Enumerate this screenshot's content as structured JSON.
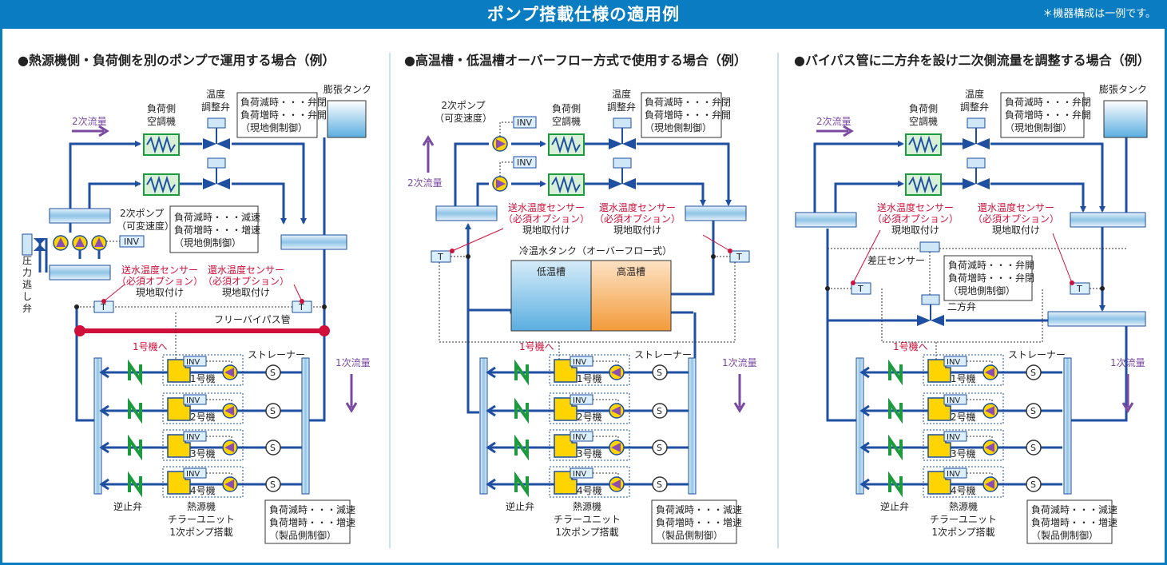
{
  "header": {
    "title": "ポンプ搭載仕様の適用例",
    "note": "＊機器構成は一例です。"
  },
  "colors": {
    "header_bg": "#0a7cc2",
    "pipe": "#1e4fa0",
    "arrow_flow": "#7a4aa0",
    "sensor_text": "#d0103a",
    "bypass": "#d0103a",
    "coil_bg": "#d7f0d7",
    "chiller_yellow": "#ffd400",
    "check_valve": "#1b9a3e",
    "pump_fill": "#ffd400",
    "pump_tri": "#8a4fb0"
  },
  "panels": [
    {
      "heading": "●熱源機側・負荷側を別のポンプで運用する場合（例）",
      "second_flow": "2次流量",
      "ahu": [
        "負荷側",
        "空調機"
      ],
      "temp_valve": [
        "温度",
        "調整弁"
      ],
      "valve_control": [
        "負荷減時・・・弁閉",
        "負荷増時・・・弁開",
        "（現地側制御）"
      ],
      "exp_tank": "膨張タンク",
      "pump2": [
        "2次ポンプ",
        "（可変速度）"
      ],
      "inv": "INV",
      "pump2_control": [
        "負荷減時・・・減速",
        "負荷増時・・・増速",
        "（現地側制御）"
      ],
      "relief": "圧力逃し弁",
      "supply_sensor": [
        "送水温度センサー",
        "（必須オプション）",
        "現地取付け"
      ],
      "return_sensor": [
        "還水温度センサー",
        "（必須オプション）",
        "現地取付け"
      ],
      "t": "T",
      "bypass": "フリーバイパス管",
      "to_unit1": "1号機へ",
      "strainer": "ストレーナー",
      "first_flow": "1次流量",
      "units": [
        "1号機",
        "2号機",
        "3号機",
        "4号機"
      ],
      "s": "S",
      "check_valve": "逆止弁",
      "chiller": [
        "熱源機",
        "チラーユニット",
        "1次ポンプ搭載"
      ],
      "primary_control": [
        "負荷減時・・・減速",
        "負荷増時・・・増速",
        "（製品側制御）"
      ]
    },
    {
      "heading": "●高温槽・低温槽オーバーフロー方式で使用する場合（例）",
      "pump2": [
        "2次ポンプ",
        "（可変速度）"
      ],
      "inv": "INV",
      "second_flow": "2次流量",
      "ahu": [
        "負荷側",
        "空調機"
      ],
      "temp_valve": [
        "温度",
        "調整弁"
      ],
      "valve_control": [
        "負荷減時・・・弁閉",
        "負荷増時・・・弁開",
        "（現地側制御）"
      ],
      "supply_sensor": [
        "送水温度センサー",
        "（必須オプション）",
        "現地取付け"
      ],
      "return_sensor": [
        "還水温度センサー",
        "（必須オプション）",
        "現地取付け"
      ],
      "t": "T",
      "tank_title": "冷温水タンク（オーバーフロー式）",
      "low_tank": "低温槽",
      "high_tank": "高温槽",
      "to_unit1": "1号機へ",
      "strainer": "ストレーナー",
      "first_flow": "1次流量",
      "units": [
        "1号機",
        "2号機",
        "3号機",
        "4号機"
      ],
      "s": "S",
      "check_valve": "逆止弁",
      "chiller": [
        "熱源機",
        "チラーユニット",
        "1次ポンプ搭載"
      ],
      "primary_control": [
        "負荷減時・・・減速",
        "負荷増時・・・増速",
        "（製品側制御）"
      ]
    },
    {
      "heading": "●バイパス管に二方弁を設け二次側流量を調整する場合（例）",
      "second_flow": "2次流量",
      "ahu": [
        "負荷側",
        "空調機"
      ],
      "temp_valve": [
        "温度",
        "調整弁"
      ],
      "valve_control": [
        "負荷減時・・・弁閉",
        "負荷増時・・・弁開",
        "（現地側制御）"
      ],
      "exp_tank": "膨張タンク",
      "supply_sensor": [
        "送水温度センサー",
        "（必須オプション）",
        "現地取付け"
      ],
      "return_sensor": [
        "還水温度センサー",
        "（必須オプション）",
        "現地取付け"
      ],
      "t": "T",
      "dp_sensor": "差圧センサー",
      "bypass_control": [
        "負荷減時・・・弁開",
        "負荷増時・・・弁閉",
        "（現地側制御）"
      ],
      "two_way": "二方弁",
      "to_unit1": "1号機へ",
      "strainer": "ストレーナー",
      "first_flow": "1次流量",
      "units": [
        "1号機",
        "2号機",
        "3号機",
        "4号機"
      ],
      "inv": "INV",
      "s": "S",
      "check_valve": "逆止弁",
      "chiller": [
        "熱源機",
        "チラーユニット",
        "1次ポンプ搭載"
      ],
      "primary_control": [
        "負荷減時・・・減速",
        "負荷増時・・・増速",
        "（製品側制御）"
      ]
    }
  ]
}
